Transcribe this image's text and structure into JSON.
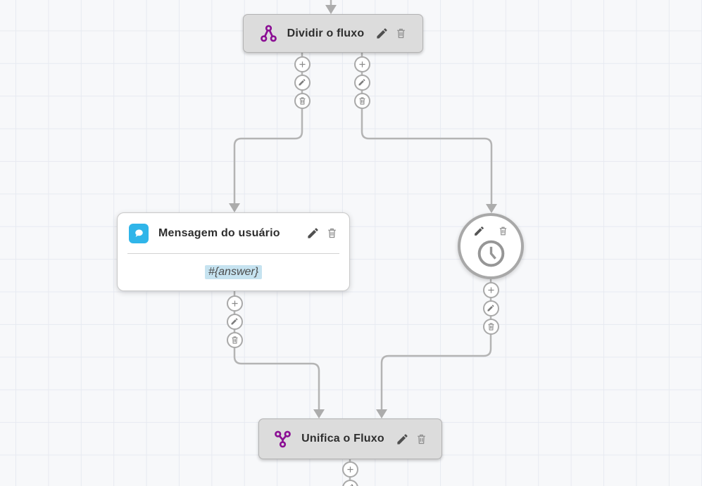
{
  "flow": {
    "nodes": {
      "divide": {
        "title": "Dividir o fluxo",
        "icon": "split-flow-icon"
      },
      "message": {
        "title": "Mensagem do usuário",
        "icon": "chat-bubble-icon",
        "body": "#{answer}"
      },
      "timer": {
        "icon": "clock-icon"
      },
      "merge": {
        "title": "Unifica o Fluxo",
        "icon": "merge-flow-icon"
      }
    },
    "port_actions": [
      "add",
      "edit",
      "delete"
    ],
    "node_actions": [
      "edit",
      "delete"
    ],
    "colors": {
      "accent_purple": "#8b0f94",
      "accent_blue": "#2fb5e9",
      "connector_gray": "#b4b4b4",
      "node_gray": "#dcdcdc",
      "variable_highlight": "#c6e3f0"
    }
  }
}
